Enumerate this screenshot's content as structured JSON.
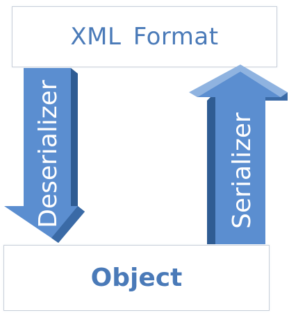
{
  "diagram": {
    "top_box": {
      "label": "XML  Format"
    },
    "bottom_box": {
      "label": "Object"
    },
    "down_arrow": {
      "label": "Deserializer",
      "direction": "down"
    },
    "up_arrow": {
      "label": "Serializer",
      "direction": "up"
    }
  },
  "colors": {
    "arrow_face": "#5b8ed0",
    "arrow_side": "#2f5c93",
    "arrow_top": "#8fb3e0",
    "box_text": "#4a7ab8",
    "box_border": "#c9d0da"
  }
}
